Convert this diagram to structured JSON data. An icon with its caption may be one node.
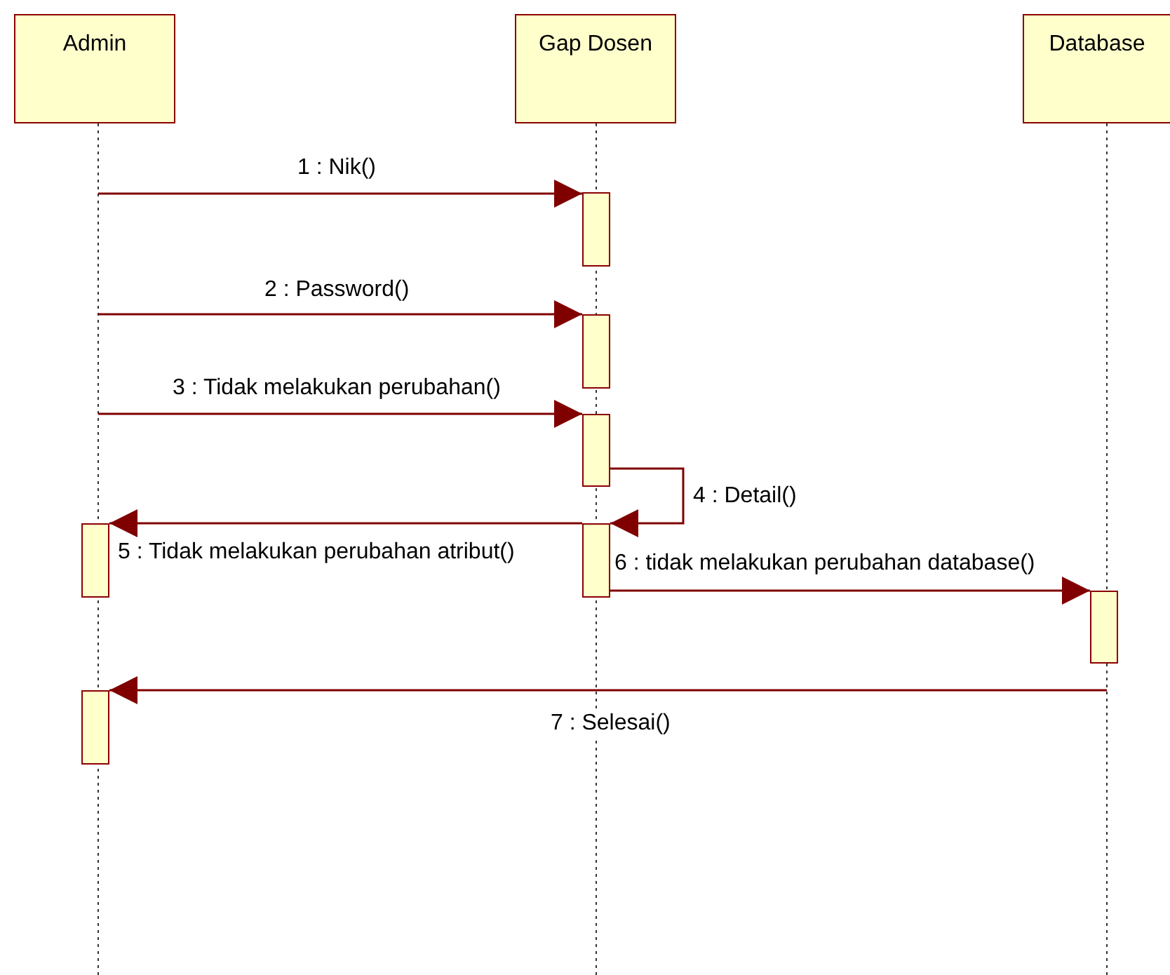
{
  "diagram": {
    "nodes": [
      {
        "text": [
          "Admin"
        ]
      },
      {
        "text": [
          "Gap Dosen"
        ]
      },
      {
        "text": [
          "Database"
        ]
      },
      {
        "text": [],
        "shape": "bar"
      },
      {
        "text": [],
        "shape": "bar"
      },
      {
        "text": [],
        "shape": "bar"
      },
      {
        "text": [],
        "shape": "bar"
      },
      {
        "text": [],
        "shape": "bar"
      },
      {
        "text": [],
        "shape": "bar"
      },
      {
        "text": [],
        "shape": "bar"
      }
    ],
    "edges": [
      {
        "from": null,
        "to": 3,
        "arrow": "to",
        "label": "1 : Nik()"
      },
      {
        "from": null,
        "to": 4,
        "arrow": "to",
        "label": "2 : Password()"
      },
      {
        "from": null,
        "to": 5,
        "arrow": "to",
        "label": "3 : Tidak melakukan perubahan()"
      },
      {
        "from": 5,
        "to": 7,
        "arrow": "to",
        "label": "4 : Detail()"
      },
      {
        "from": 7,
        "to": 6,
        "arrow": "to",
        "label": "5 : Tidak melakukan perubahan atribut()"
      },
      {
        "from": 7,
        "to": 8,
        "arrow": "to",
        "label": "6 : tidak melakukan perubahan database()"
      },
      {
        "from": null,
        "to": 9,
        "arrow": "to",
        "label": "7 : Selesai()"
      }
    ]
  }
}
